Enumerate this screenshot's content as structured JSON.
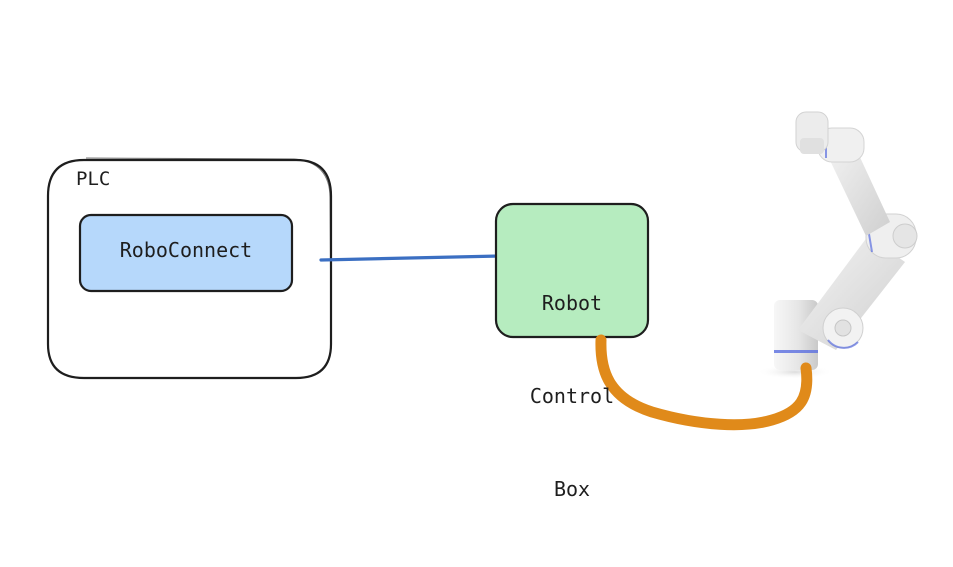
{
  "diagram": {
    "plc_label": "PLC",
    "roboconnect_label": "RoboConnect",
    "control_box_lines": [
      "Robot",
      "Control",
      "Box"
    ],
    "colors": {
      "stroke": "#1e1e1e",
      "roboconnect_fill": "#b6d8fb",
      "control_box_fill": "#b6ecbf",
      "link_line": "#3b6fc2",
      "cable": "#e08a1a",
      "robot_body": "#e9e9e9",
      "robot_accent": "#5a6ee0"
    },
    "robot_icon": "robot-arm-icon"
  }
}
